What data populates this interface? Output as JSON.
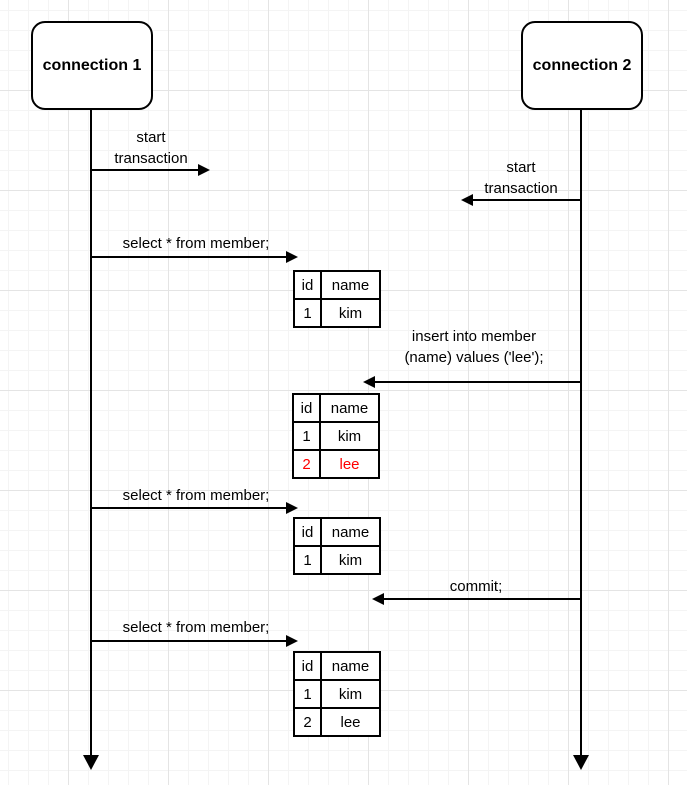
{
  "colors": {
    "highlight": "#ff0000",
    "stroke": "#000000"
  },
  "actors": [
    {
      "label": "connection 1"
    },
    {
      "label": "connection 2"
    }
  ],
  "messages": [
    {
      "name": "start-transaction-from-connection1",
      "lines": [
        "start",
        "transaction"
      ]
    },
    {
      "name": "start-transaction-from-connection2",
      "lines": [
        "start",
        "transaction"
      ]
    },
    {
      "name": "select-from-member-1",
      "lines": [
        "select * from member;"
      ]
    },
    {
      "name": "insert-into-member",
      "lines": [
        "insert into member",
        "(name) values ('lee');"
      ]
    },
    {
      "name": "select-from-member-2",
      "lines": [
        "select * from member;"
      ]
    },
    {
      "name": "commit",
      "lines": [
        "commit;"
      ]
    },
    {
      "name": "select-from-member-3",
      "lines": [
        "select * from member;"
      ]
    }
  ],
  "tables": [
    {
      "headers": [
        "id",
        "name"
      ],
      "rows": [
        [
          "1",
          "kim"
        ]
      ]
    },
    {
      "headers": [
        "id",
        "name"
      ],
      "rows": [
        [
          "1",
          "kim"
        ],
        [
          "2",
          "lee"
        ]
      ],
      "highlight_row": 1
    },
    {
      "headers": [
        "id",
        "name"
      ],
      "rows": [
        [
          "1",
          "kim"
        ]
      ]
    },
    {
      "headers": [
        "id",
        "name"
      ],
      "rows": [
        [
          "1",
          "kim"
        ],
        [
          "2",
          "lee"
        ]
      ]
    }
  ]
}
